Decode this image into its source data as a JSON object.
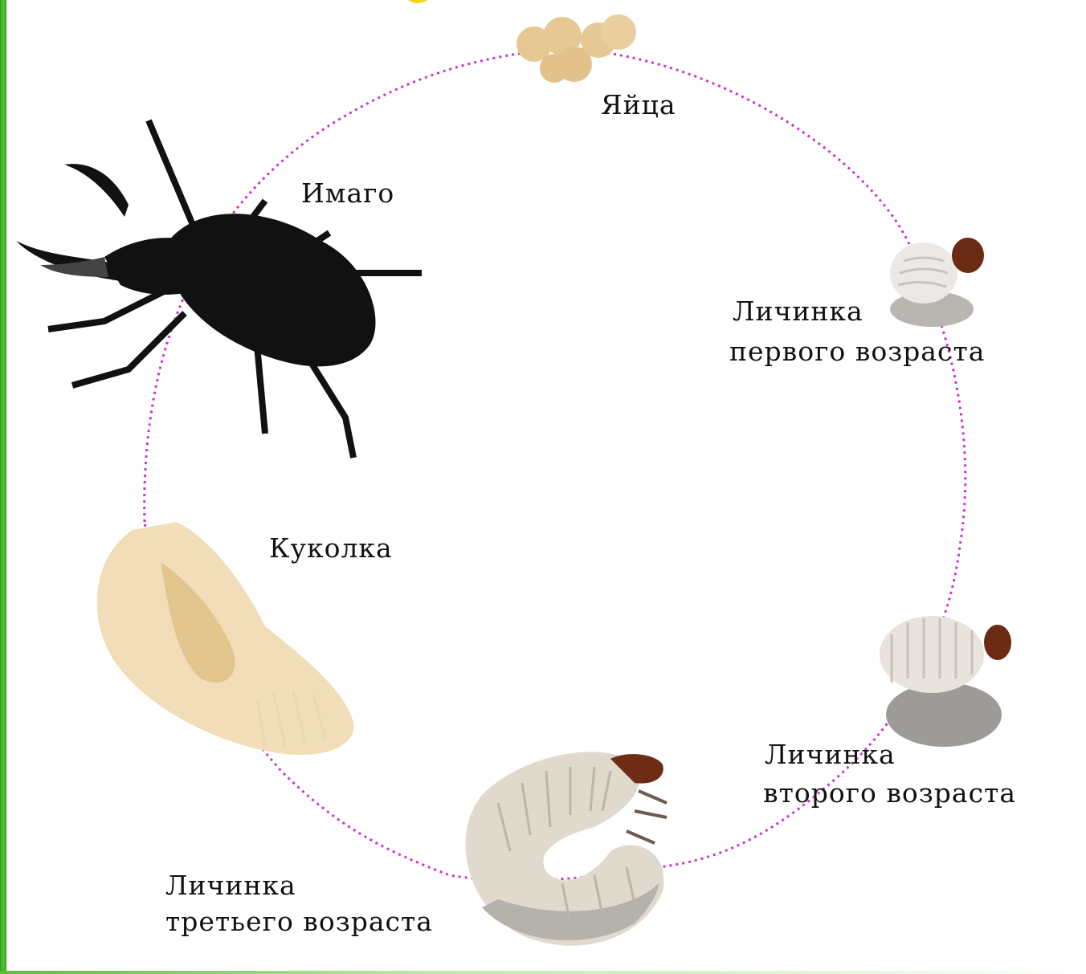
{
  "stages": {
    "eggs": "Яйца",
    "larva1_line1": "Личинка",
    "larva1_line2": "первого возраста",
    "larva2_line1": "Личинка",
    "larva2_line2": "второго возраста",
    "larva3_line1": "Личинка",
    "larva3_line2": "третьего возраста",
    "pupa": "Куколка",
    "imago": "Имаго"
  },
  "colors": {
    "cycle_line": "#cc33cc",
    "egg": "#e6c894",
    "larva_body": "#e3ddd2",
    "larva_head": "#6b2a14",
    "pupa": "#f1ddb8",
    "beetle": "#111111",
    "side_bar": "#3aa824"
  },
  "icons": {
    "eggs": "egg-cluster-icon",
    "larva1": "small-larva-icon",
    "larva2": "medium-larva-icon",
    "larva3": "large-larva-icon",
    "pupa": "pupa-icon",
    "imago": "stag-beetle-icon"
  }
}
